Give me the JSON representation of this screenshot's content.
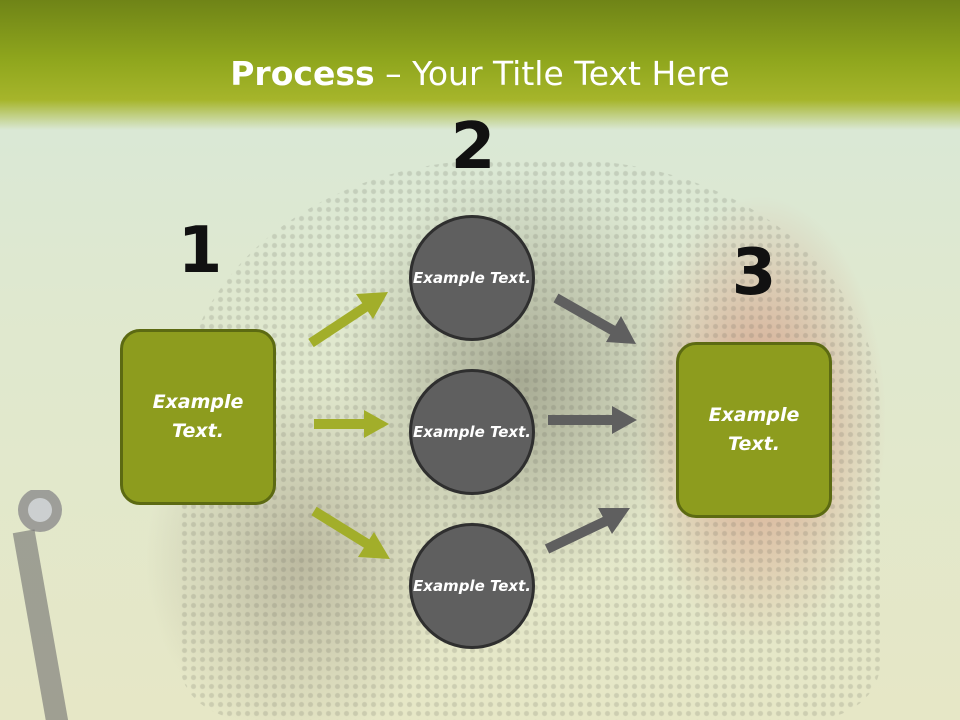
{
  "title": {
    "bold": "Process",
    "rest": " – Your Title Text Here"
  },
  "steps": {
    "n1": "1",
    "n2": "2",
    "n3": "3"
  },
  "left_box": {
    "label": "Example Text."
  },
  "right_box": {
    "label": "Example Text."
  },
  "circles": [
    {
      "label": "Example Text."
    },
    {
      "label": "Example Text."
    },
    {
      "label": "Example Text."
    }
  ],
  "colors": {
    "green": "#8d9c1e",
    "gray": "#5f5f5f",
    "header": "#8fa61d"
  }
}
